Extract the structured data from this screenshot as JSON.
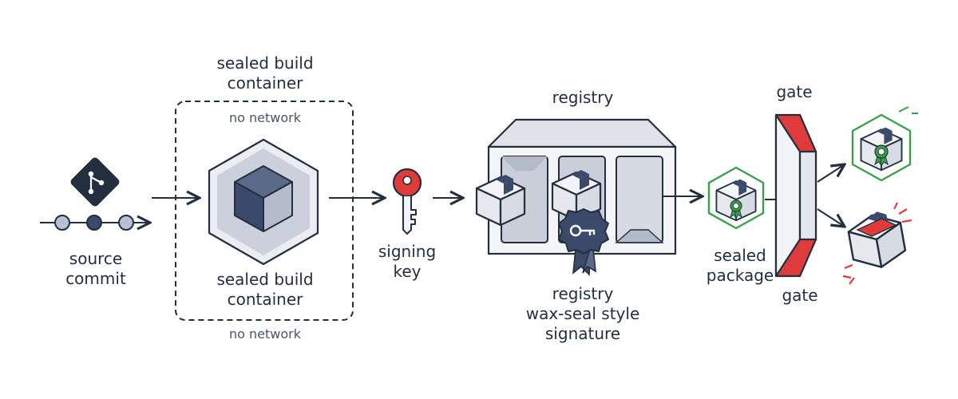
{
  "labels": {
    "source": [
      "source",
      "commit"
    ],
    "build_top": [
      "sealed build",
      "container"
    ],
    "no_network_top": "no network",
    "build_bottom": [
      "sealed build",
      "container"
    ],
    "no_network_bottom": "no network",
    "signing_key": [
      "signing",
      "key"
    ],
    "registry": "registry",
    "registry_signature": [
      "registry",
      "wax-seal style",
      "signature"
    ],
    "sealed_package": [
      "sealed",
      "package"
    ],
    "gate_top": "gate",
    "gate_bottom": "gate"
  },
  "colors": {
    "navy": "#232f3e",
    "slate": "#3b4a6b",
    "accent_red": "#e03b3b",
    "accept_green": "#3aa04a",
    "light_gray": "#d5d9e2",
    "box_gray": "#eceef2"
  },
  "icons": [
    "git-branch-icon",
    "commit-timeline-icon",
    "isometric-cube-icon",
    "key-icon",
    "package-box-icon",
    "wax-seal-icon",
    "award-ribbon-icon",
    "gate-icon",
    "rejected-box-icon"
  ]
}
